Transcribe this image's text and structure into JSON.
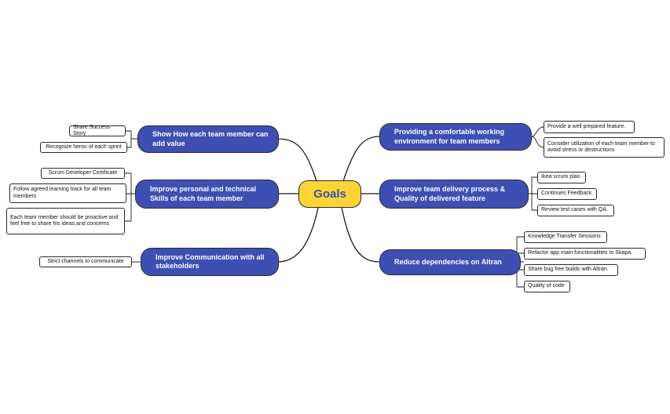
{
  "central": {
    "label": "Goals"
  },
  "colors": {
    "central_fill": "#FCD535",
    "central_text": "#3E4FB4",
    "topic_fill": "#3E4FB4",
    "topic_text": "#FFFFFF",
    "line": "#1A1A1A"
  },
  "left_topics": [
    {
      "label": "Show How each team member can add value",
      "subtopics": [
        "Share Success Story",
        "Recognize heros of each sprint"
      ]
    },
    {
      "label": "Improve personal and technical Skills of each team member",
      "subtopics": [
        "Scrum Developer Certificate",
        "Follow agreed learning track for all team members",
        "Each  team member  should be proactive and feel free to share his ideas and concerns"
      ]
    },
    {
      "label": "Improve Communication with all stakeholders",
      "subtopics": [
        "Strict channels to communicate"
      ]
    }
  ],
  "right_topics": [
    {
      "label": "Providing a comfortable working environment for team members",
      "subtopics": [
        "Provide a well prepared feature.",
        "Consider utilization of each team member to avoid stress or destructions"
      ]
    },
    {
      "label": "Improve team delivery process & Quality  of  delivered feature",
      "subtopics": [
        "Ikea scrum plan",
        "Continues Feedback",
        "Review test cases with QA."
      ]
    },
    {
      "label": "Reduce dependencies on Altran",
      "subtopics": [
        "Knowledge Transfer Sessions",
        "Refactor app main functionalities to Skapa.",
        "Share bug free builds with Altran.",
        "Quality of code"
      ]
    }
  ]
}
